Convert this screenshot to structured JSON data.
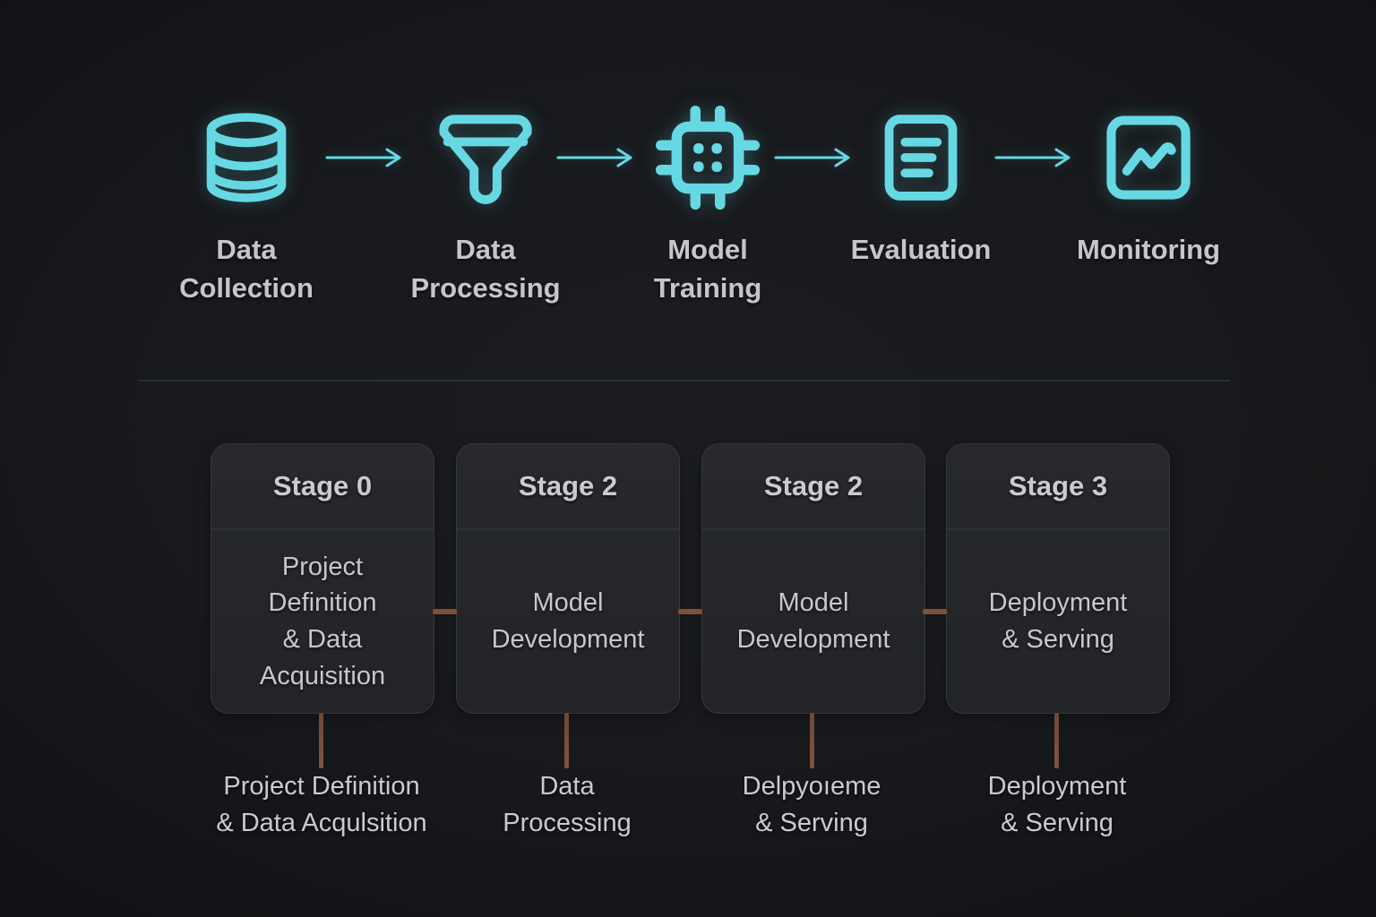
{
  "pipeline": {
    "steps": [
      {
        "label": "Data\nCollection",
        "icon": "database-icon"
      },
      {
        "label": "Data\nProcessing",
        "icon": "funnel-icon"
      },
      {
        "label": "Model\nTraining",
        "icon": "chip-icon"
      },
      {
        "label": "Evaluation",
        "icon": "document-report-icon"
      },
      {
        "label": "Monitoring",
        "icon": "activity-chart-icon"
      }
    ],
    "arrow_icon": "arrow-right-icon"
  },
  "stages": [
    {
      "header": "Stage 0",
      "body": "Project\nDefinition\n& Data\nAcquisition",
      "caption": "Project Definition\n& Data Acqulsition"
    },
    {
      "header": "Stage 2",
      "body": "Model\nDevelopment",
      "caption": "Data\nProcessing"
    },
    {
      "header": "Stage 2",
      "body": "Model\nDevelopment",
      "caption": "Delpyoıeme\n& Serving"
    },
    {
      "header": "Stage 3",
      "body": "Deployment\n& Serving",
      "caption": "Deployment\n& Serving"
    }
  ],
  "colors": {
    "accent_cyan": "#66d8e4",
    "connector_brown": "#7e5138",
    "text_gray": "#c7c9cc",
    "card_background": "#242629",
    "page_background": "#17191c"
  }
}
